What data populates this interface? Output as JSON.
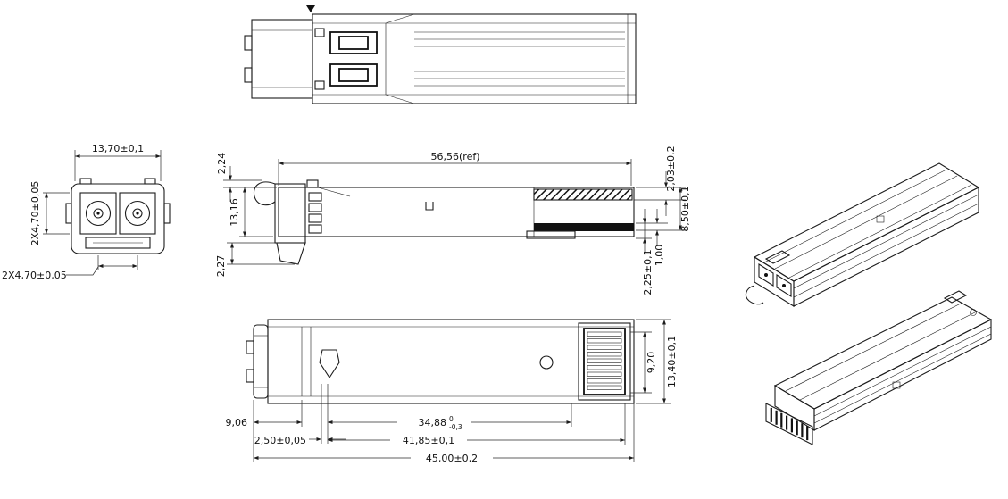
{
  "drawing": {
    "front_view": {
      "body_width": "13,70±0,1",
      "pitch_vertical": "2X4,70±0,05",
      "pitch_horizontal": "2X4,70±0,05"
    },
    "side_view": {
      "overall_length": "56,56(ref)",
      "bail_offset": "2,24",
      "body_height": "13,16",
      "latch_depth": "2,27",
      "label_recess": "2,03±0,2",
      "shell_height": "8,50±0,1",
      "pad_height": "1,00",
      "tab_height": "2,25±0,1"
    },
    "bottom_view": {
      "nose_length": "9,06",
      "latch_offset": "2,50±0,05",
      "card_edge_length": "34,88",
      "card_edge_tol_upper": "0",
      "card_edge_tol_lower": "-0,3",
      "body_length": "41,85±0,1",
      "overall_length": "45,00±0,2",
      "connector_width": "9,20",
      "body_width": "13,40±0,1"
    }
  }
}
